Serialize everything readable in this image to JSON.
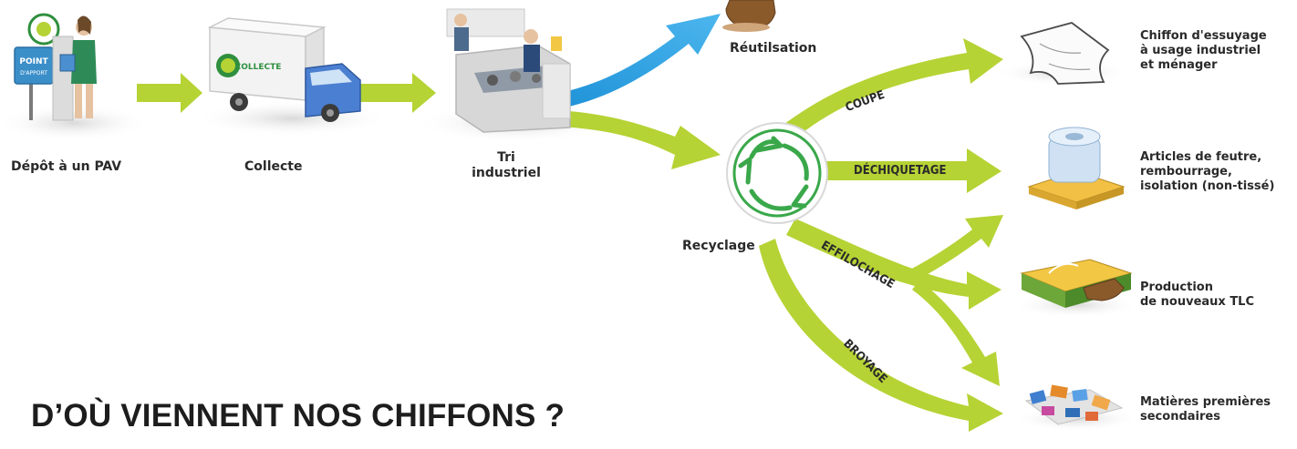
{
  "headline": "D’OÙ VIENNENT NOS CHIFFONS ?",
  "colors": {
    "arrow_green": "#b5d334",
    "reuse_blue": "#2d9ee0",
    "recycle_ring": "#3aa84a",
    "text": "#2a2a2a"
  },
  "steps": [
    {
      "id": "depot",
      "label": "Dépôt à un PAV",
      "icon": "drop-off-point-icon"
    },
    {
      "id": "collecte",
      "label": "Collecte",
      "icon": "truck-icon"
    },
    {
      "id": "tri",
      "label_line1": "Tri",
      "label_line2": "industriel",
      "icon": "sorting-workers-icon"
    },
    {
      "id": "reutilisation",
      "label": "Réutilsation",
      "icon": "shoes-reuse-icon"
    },
    {
      "id": "recyclage",
      "label": "Recyclage",
      "icon": "recycle-icon"
    }
  ],
  "sign": {
    "line1": "POINT",
    "line2": "D'APPORT"
  },
  "truck_logo": "COLLECTE",
  "branches": [
    {
      "id": "coupe",
      "label": "COUPE"
    },
    {
      "id": "dechiquetage",
      "label": "DÉCHIQUETAGE"
    },
    {
      "id": "effilochage",
      "label": "EFFILOCHAGE"
    },
    {
      "id": "broyage",
      "label": "BROYAGE"
    }
  ],
  "outputs": [
    {
      "id": "chiffon",
      "lines": [
        "Chiffon d'essuyage",
        "à usage industriel",
        "et ménager"
      ],
      "icon": "cloth-icon"
    },
    {
      "id": "feutre",
      "lines": [
        "Articles de feutre,",
        "rembourrage,",
        "isolation (non-tissé)"
      ],
      "icon": "felt-roll-icon"
    },
    {
      "id": "tlc",
      "lines": [
        "Production",
        "de nouveaux TLC"
      ],
      "icon": "textile-shoes-icon"
    },
    {
      "id": "matieres",
      "lines": [
        "Matières premières",
        "secondaires"
      ],
      "icon": "raw-material-icon"
    }
  ]
}
